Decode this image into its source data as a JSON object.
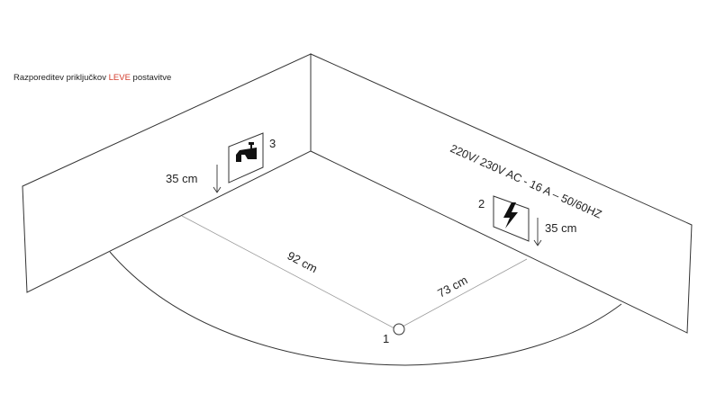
{
  "header": {
    "title_pre": "Razporeditev priključkov ",
    "title_highlight": "LEVE",
    "title_post": " postavitve",
    "highlight_color": "#d23a2a"
  },
  "labels": {
    "water_height": "35 cm",
    "water_number": "3",
    "power_height": "35 cm",
    "power_number": "2",
    "power_spec": "220V/ 230V AC - 16 A – 50/60HZ",
    "left_distance": "92 cm",
    "right_distance": "73 cm",
    "drain_number": "1"
  },
  "icons": {
    "water": "water-tap-icon",
    "power": "lightning-bolt-icon",
    "drain": "drain-circle-icon"
  },
  "colors": {
    "line": "#222222",
    "guide": "#9a9a9a"
  }
}
